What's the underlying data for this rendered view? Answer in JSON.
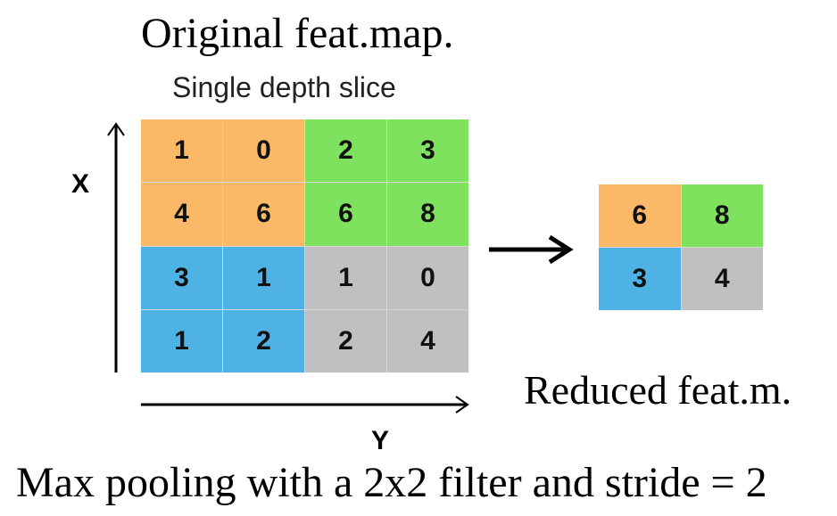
{
  "title": "Original feat.map.",
  "subtitle": "Single depth slice",
  "axis": {
    "x_label": "X",
    "y_label": "Y"
  },
  "colors": {
    "orange": "#fbb967",
    "green": "#7fe25f",
    "blue": "#4eb3e4",
    "gray": "#c0c0c0"
  },
  "original_grid": [
    [
      {
        "value": "1",
        "color": "orange"
      },
      {
        "value": "0",
        "color": "orange"
      },
      {
        "value": "2",
        "color": "green"
      },
      {
        "value": "3",
        "color": "green"
      }
    ],
    [
      {
        "value": "4",
        "color": "orange"
      },
      {
        "value": "6",
        "color": "orange"
      },
      {
        "value": "6",
        "color": "green"
      },
      {
        "value": "8",
        "color": "green"
      }
    ],
    [
      {
        "value": "3",
        "color": "blue"
      },
      {
        "value": "1",
        "color": "blue"
      },
      {
        "value": "1",
        "color": "gray"
      },
      {
        "value": "0",
        "color": "gray"
      }
    ],
    [
      {
        "value": "1",
        "color": "blue"
      },
      {
        "value": "2",
        "color": "blue"
      },
      {
        "value": "2",
        "color": "gray"
      },
      {
        "value": "4",
        "color": "gray"
      }
    ]
  ],
  "pooled_grid": [
    [
      {
        "value": "6",
        "color": "orange"
      },
      {
        "value": "8",
        "color": "green"
      }
    ],
    [
      {
        "value": "3",
        "color": "blue"
      },
      {
        "value": "4",
        "color": "gray"
      }
    ]
  ],
  "reduced_label": "Reduced feat.m.",
  "caption": "Max pooling with a 2x2 filter and stride = 2"
}
